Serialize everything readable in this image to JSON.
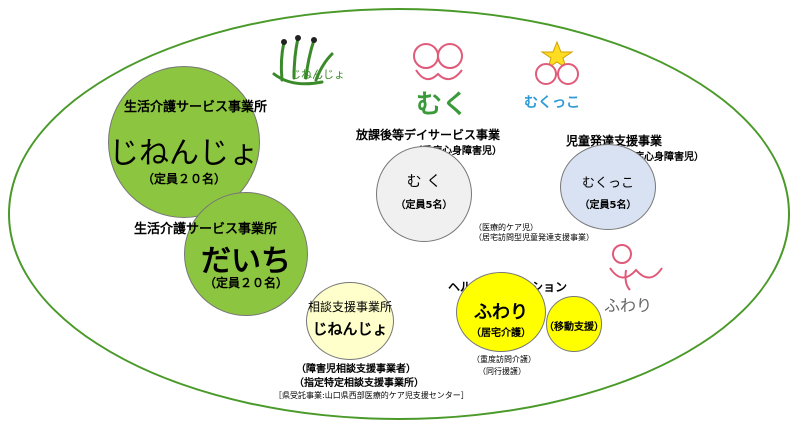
{
  "jinenjo_care": {
    "title": "生活介護サービス事業所",
    "name": "じねんじょ",
    "capacity": "（定員２０名）"
  },
  "daichi_care": {
    "title": "生活介護サービス事業所",
    "name": "だいち",
    "capacity": "（定員２０名）"
  },
  "muku": {
    "title": "放課後等デイサービス事業",
    "sub": "（重症心身障害児）",
    "name": "む く",
    "capacity": "（定員5名）",
    "note1": "（医療的ケア児）",
    "note2": "（居宅訪問型児童発達支援事業）"
  },
  "mukukko": {
    "title": "児童発達支援事業",
    "sub": "（重症心身障害児）",
    "name": "むくっこ",
    "capacity": "（定員5名）"
  },
  "consult": {
    "title": "相談支援事業所",
    "name": "じねんじょ",
    "note1": "（障害児相談支援事業者）",
    "note2": "（指定特定相談支援事業所）",
    "note3": "［県受託事業:山口県西部医療的ケア児支援センター］"
  },
  "fuwari": {
    "title": "ヘルパーステーション",
    "name": "ふわり",
    "service1": "（居宅介護）",
    "service2": "（移動支援）",
    "note1": "（重度訪問介護）",
    "note2": "（同行援護）"
  },
  "logos": {
    "jinenjo": "じねんじょ",
    "muku": "むく",
    "mukukko": "むくっこ",
    "fuwari": "ふわり"
  },
  "colors": {
    "green": "#8cc540",
    "outline": "#4a9a2a",
    "yellow": "#ffff00",
    "cream": "#ffffcc",
    "blue": "#d9e2f2"
  }
}
